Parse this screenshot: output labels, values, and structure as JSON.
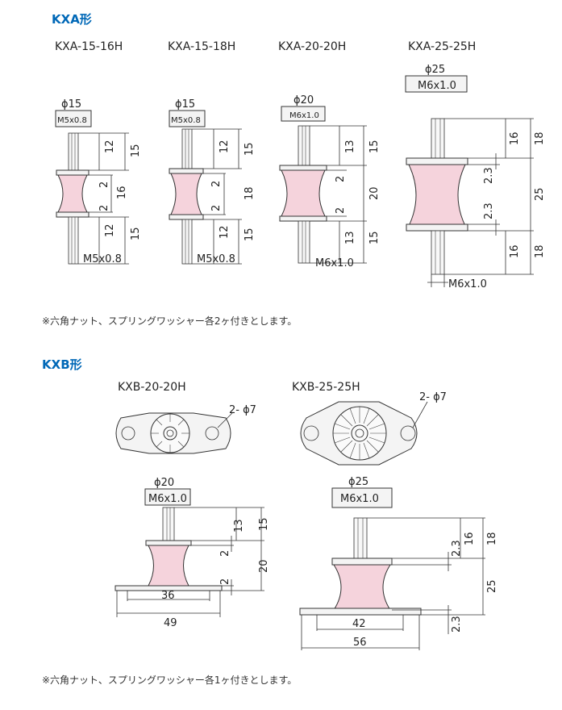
{
  "sections": {
    "kxa": {
      "title": "KXA形",
      "models": [
        "KXA-15-16H",
        "KXA-15-18H",
        "KXA-20-20H",
        "KXA-25-25H"
      ],
      "note": "※六角ナット、スプリングワッシャー各2ヶ付きとします。",
      "m1": {
        "phi": "ϕ15",
        "thread_top": "M5x0.8",
        "thread_bot": "M5x0.8",
        "d12": "12",
        "d15": "15",
        "d2": "2",
        "d16": "16"
      },
      "m2": {
        "phi": "ϕ15",
        "thread_top": "M5x0.8",
        "thread_bot": "M5x0.8",
        "d12": "12",
        "d15": "15",
        "d2": "2",
        "d18": "18"
      },
      "m3": {
        "phi": "ϕ20",
        "thread_top": "M6x1.0",
        "thread_bot": "M6x1.0",
        "d13": "13",
        "d15": "15",
        "d2": "2",
        "d20": "20"
      },
      "m4": {
        "phi": "ϕ25",
        "thread_top": "M6x1.0",
        "thread_bot": "M6x1.0",
        "d16": "16",
        "d18": "18",
        "d23": "2.3",
        "d25": "25"
      }
    },
    "kxb": {
      "title": "KXB形",
      "models": [
        "KXB-20-20H",
        "KXB-25-25H"
      ],
      "note": "※六角ナット、スプリングワッシャー各1ヶ付きとします。",
      "m1": {
        "holes": "2- ϕ7",
        "phi": "ϕ20",
        "thread": "M6x1.0",
        "d13": "13",
        "d15": "15",
        "d2": "2",
        "d20": "20",
        "d36": "36",
        "d49": "49"
      },
      "m2": {
        "holes": "2- ϕ7",
        "phi": "ϕ25",
        "thread": "M6x1.0",
        "d16": "16",
        "d18": "18",
        "d23": "2.3",
        "d25": "25",
        "d42": "42",
        "d56": "56"
      }
    }
  },
  "colors": {
    "heading": "#0068b7",
    "rubber": "#f5d3dc"
  }
}
